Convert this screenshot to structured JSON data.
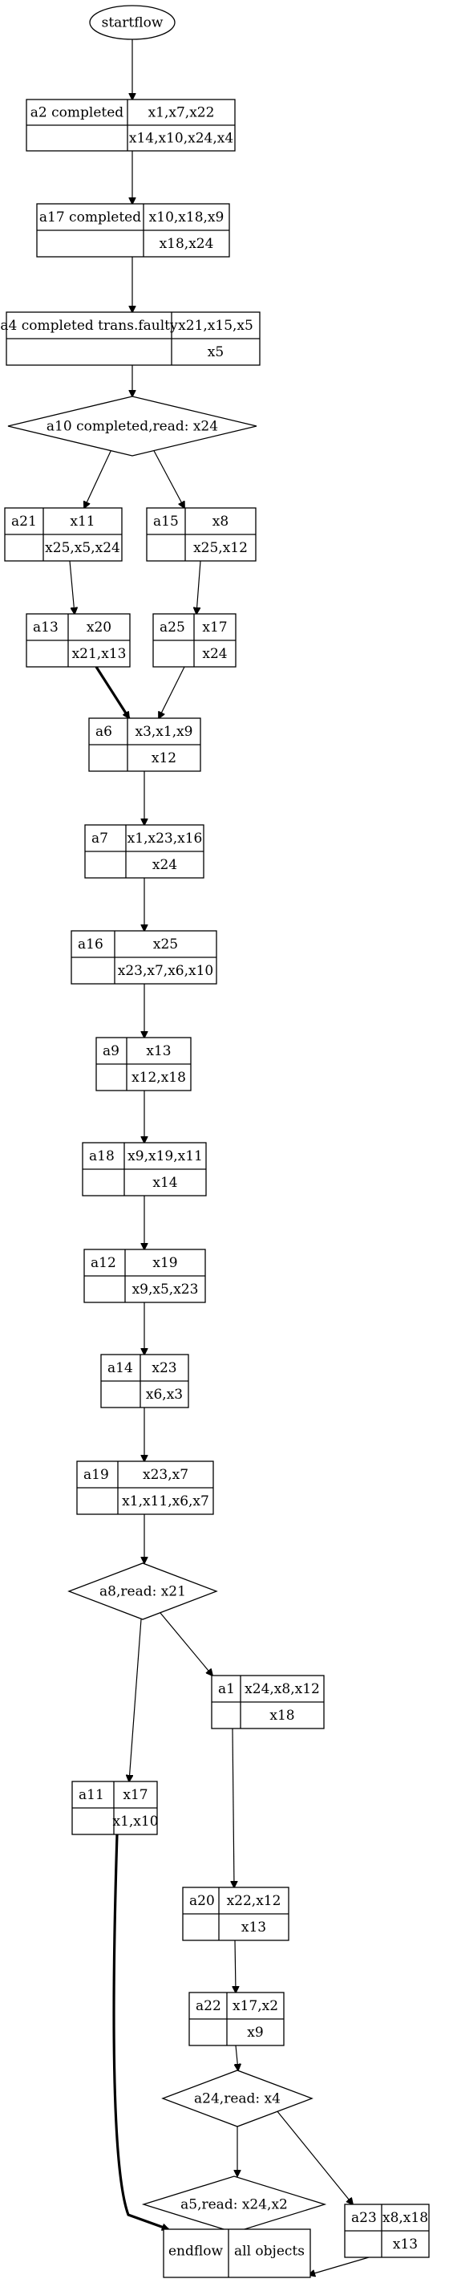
{
  "diagram": {
    "start": {
      "label": "startflow"
    },
    "nodes": [
      {
        "id": "a2",
        "name": "a2 completed",
        "top": "x1,x7,x22",
        "bottom": "x14,x10,x24,x4"
      },
      {
        "id": "a17",
        "name": "a17 completed",
        "top": "x10,x18,x9",
        "bottom": "x18,x24"
      },
      {
        "id": "a4",
        "name": "a4 completed trans.faulty",
        "top": "x21,x15,x5",
        "bottom": "x5"
      },
      {
        "id": "a21",
        "name": "a21",
        "top": "x11",
        "bottom": "x25,x5,x24"
      },
      {
        "id": "a15",
        "name": "a15",
        "top": "x8",
        "bottom": "x25,x12"
      },
      {
        "id": "a13",
        "name": "a13",
        "top": "x20",
        "bottom": "x21,x13"
      },
      {
        "id": "a25",
        "name": "a25",
        "top": "x17",
        "bottom": "x24"
      },
      {
        "id": "a6",
        "name": "a6",
        "top": "x3,x1,x9",
        "bottom": "x12"
      },
      {
        "id": "a7",
        "name": "a7",
        "top": "x1,x23,x16",
        "bottom": "x24"
      },
      {
        "id": "a16",
        "name": "a16",
        "top": "x25",
        "bottom": "x23,x7,x6,x10"
      },
      {
        "id": "a9",
        "name": "a9",
        "top": "x13",
        "bottom": "x12,x18"
      },
      {
        "id": "a18",
        "name": "a18",
        "top": "x9,x19,x11",
        "bottom": "x14"
      },
      {
        "id": "a12",
        "name": "a12",
        "top": "x19",
        "bottom": "x9,x5,x23"
      },
      {
        "id": "a14",
        "name": "a14",
        "top": "x23",
        "bottom": "x6,x3"
      },
      {
        "id": "a19",
        "name": "a19",
        "top": "x23,x7",
        "bottom": "x1,x11,x6,x7"
      },
      {
        "id": "a1",
        "name": "a1",
        "top": "x24,x8,x12",
        "bottom": "x18"
      },
      {
        "id": "a11",
        "name": "a11",
        "top": "x17",
        "bottom": "x1,x10"
      },
      {
        "id": "a20",
        "name": "a20",
        "top": "x22,x12",
        "bottom": "x13"
      },
      {
        "id": "a22",
        "name": "a22",
        "top": "x17,x2",
        "bottom": "x9"
      },
      {
        "id": "a23",
        "name": "a23",
        "top": "x8,x18",
        "bottom": "x13"
      }
    ],
    "decisions": [
      {
        "id": "a10",
        "label": "a10 completed,read: x24"
      },
      {
        "id": "a8",
        "label": "a8,read: x21"
      },
      {
        "id": "a24",
        "label": "a24,read: x4"
      },
      {
        "id": "a5",
        "label": "a5,read: x24,x2"
      }
    ],
    "end": {
      "left": "endflow",
      "right": "all objects"
    }
  }
}
